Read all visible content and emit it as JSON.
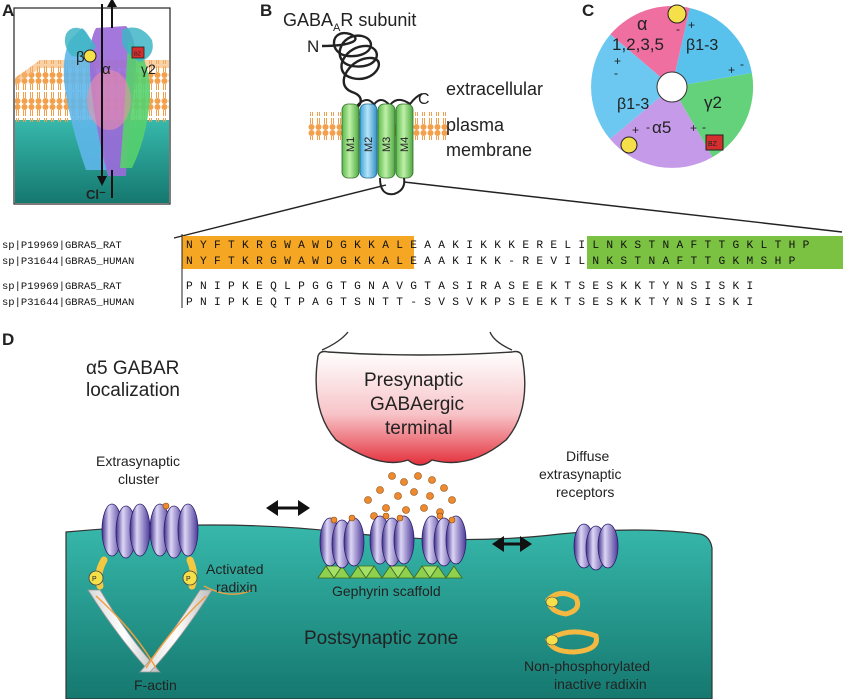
{
  "panels": {
    "a": "A",
    "b": "B",
    "c": "C",
    "d": "D"
  },
  "panel_a": {
    "subunits": {
      "beta": "β",
      "alpha": "α",
      "gamma": "γ2"
    },
    "bz": "BZ",
    "ion": "Cl⁻"
  },
  "panel_b": {
    "title_main": "GABA",
    "title_sub": "A",
    "title_rest": "R subunit",
    "n_term": "N",
    "c_term": "C",
    "extracellular": "extracellular",
    "plasma": "plasma",
    "membrane": "membrane",
    "helices": [
      "M1",
      "M2",
      "M3",
      "M4"
    ]
  },
  "panel_c": {
    "alpha_label": "α",
    "alpha_isoforms": "1,2,3,5",
    "beta_top": "β1-3",
    "beta_left": "β1-3",
    "gamma": "γ2",
    "alpha5": "α5",
    "bz": "BZ",
    "plus": "+",
    "minus": "-"
  },
  "alignment": {
    "rows": [
      {
        "name": "sp|P19969|GBRA5_RAT",
        "residues": "NYFTKRGWAWDGKKALEAAKIKKKERELILNKSTNAFTTGKLTHP"
      },
      {
        "name": "sp|P31644|GBRA5_HUMAN",
        "residues": "NYFTKRGWAWDGKKALEAAKIKK-REVILNKSTNAFTTGKMSHP"
      },
      {
        "name": "sp|P19969|GBRA5_RAT",
        "residues": "PNIPKEQLPGGTGNAVGTASIRASEEKTSESKKTYNSISKI"
      },
      {
        "name": "sp|P31644|GBRA5_HUMAN",
        "residues": "PNIPKEQTPAGTSNTT-SVSVKPSEEKTSESKKTYNSISKI"
      }
    ]
  },
  "panel_d": {
    "title_line1": "α5 GABAR",
    "title_line2": "localization",
    "presyn_1": "Presynaptic",
    "presyn_2": "GABAergic",
    "presyn_3": "terminal",
    "extra_1": "Extrasynaptic",
    "extra_2": "cluster",
    "diffuse_1": "Diffuse",
    "diffuse_2": "extrasynaptic",
    "diffuse_3": "receptors",
    "activated_1": "Activated",
    "activated_2": "radixin",
    "gephyrin": "Gephyrin scaffold",
    "postsyn": "Postsynaptic zone",
    "factin": "F-actin",
    "nonphos_1": "Non-phosphorylated",
    "nonphos_2": "inactive radixin",
    "p_label": "P"
  },
  "colors": {
    "orange_highlight": "#f5a623",
    "green_highlight": "#7cc242",
    "cytoplasm": "#2aa79b",
    "receptor_purple": "#7b6bbf"
  }
}
